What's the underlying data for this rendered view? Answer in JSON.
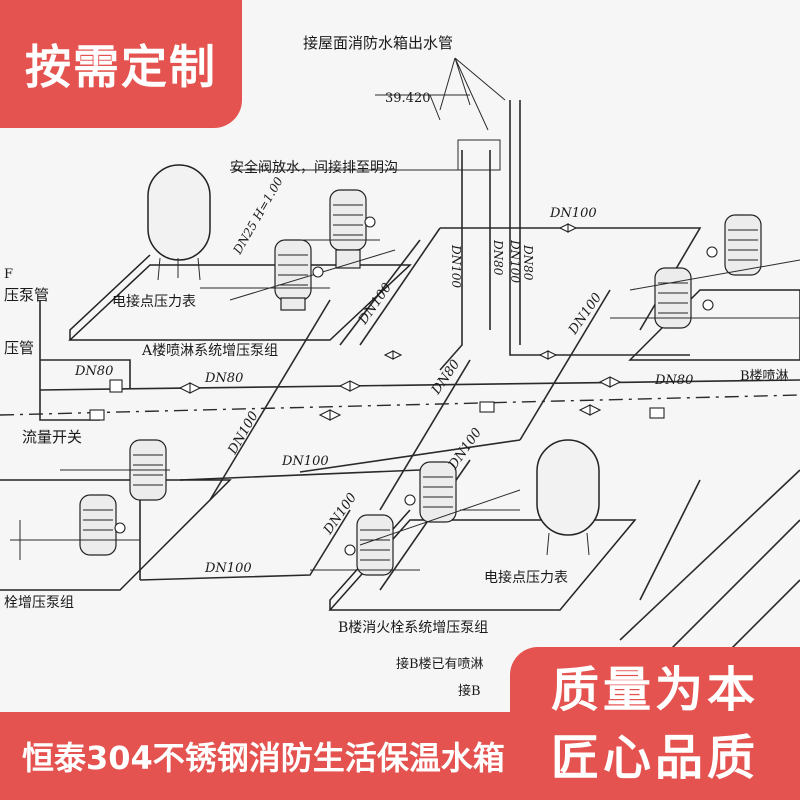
{
  "badges": {
    "top_left": "按需定制",
    "bottom_right_line1": "质量为本",
    "bottom_right_line2": "匠心品质"
  },
  "bottom_banner": "恒泰304不锈钢消防生活保温水箱",
  "diagram": {
    "roof_outlet": "接屋面消防水箱出水管",
    "elevation": "39.420",
    "relief_note": "安全阀放水，间接排至明沟",
    "vent_pipe": "DN25 H=1.00",
    "pressure_gauge_a": "电接点压力表",
    "pressure_gauge_b": "电接点压力表",
    "group_a": "A楼喷淋系统增压泵组",
    "group_b": "B楼消火栓系统增压泵组",
    "group_b_right": "B楼喷淋",
    "group_left_bottom": "栓增压泵组",
    "pump_pipe_left": "压泵管",
    "pressure_pipe_left": "压管",
    "flow_switch": "流量开关",
    "connect_b1": "接B楼已有喷淋",
    "connect_b2": "接B",
    "left_f": "F",
    "dn100_a": "DN100",
    "dn100_b": "DN100",
    "dn100_c": "DN100",
    "dn100_d": "DN100",
    "dn100_e": "DN100",
    "dn100_f": "DN100",
    "dn100_g": "DN100",
    "dn100_h": "DN100",
    "dn100_i": "DN100",
    "dn100_j": "DN100",
    "dn80_a": "DN80",
    "dn80_b": "DN80",
    "dn80_c": "DN80",
    "dn80_d": "DN80",
    "dn80_e": "DN80",
    "dn80_f": "DN80"
  }
}
